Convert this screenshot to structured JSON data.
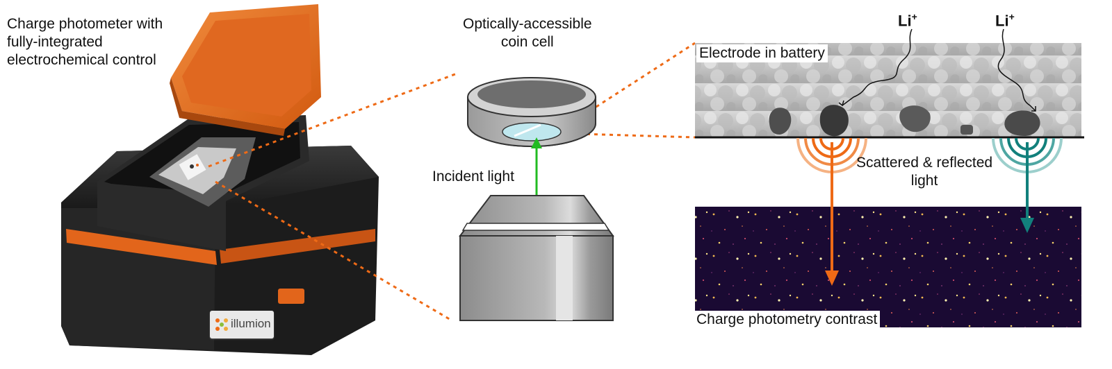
{
  "labels": {
    "instrument": "Charge photometer with\nfully-integrated\nelectrochemical control",
    "coin_cell": "Optically-accessible\ncoin cell",
    "incident_light": "Incident light",
    "electrode": "Electrode in battery",
    "scattered": "Scattered & reflected\nlight",
    "contrast": "Charge photometry contrast",
    "ion": "Li",
    "ion_charge": "+",
    "brand": "illumion"
  },
  "colors": {
    "orange": "#ee6a16",
    "teal": "#12807c",
    "green": "#22bb22",
    "instrument_body": "#1e1e1e",
    "image_background": "#1a0a33"
  },
  "icons": [
    "instrument-illustration",
    "coin-cell-icon",
    "objective-lens-icon",
    "ion-path-squiggle",
    "wavefront-arcs"
  ]
}
